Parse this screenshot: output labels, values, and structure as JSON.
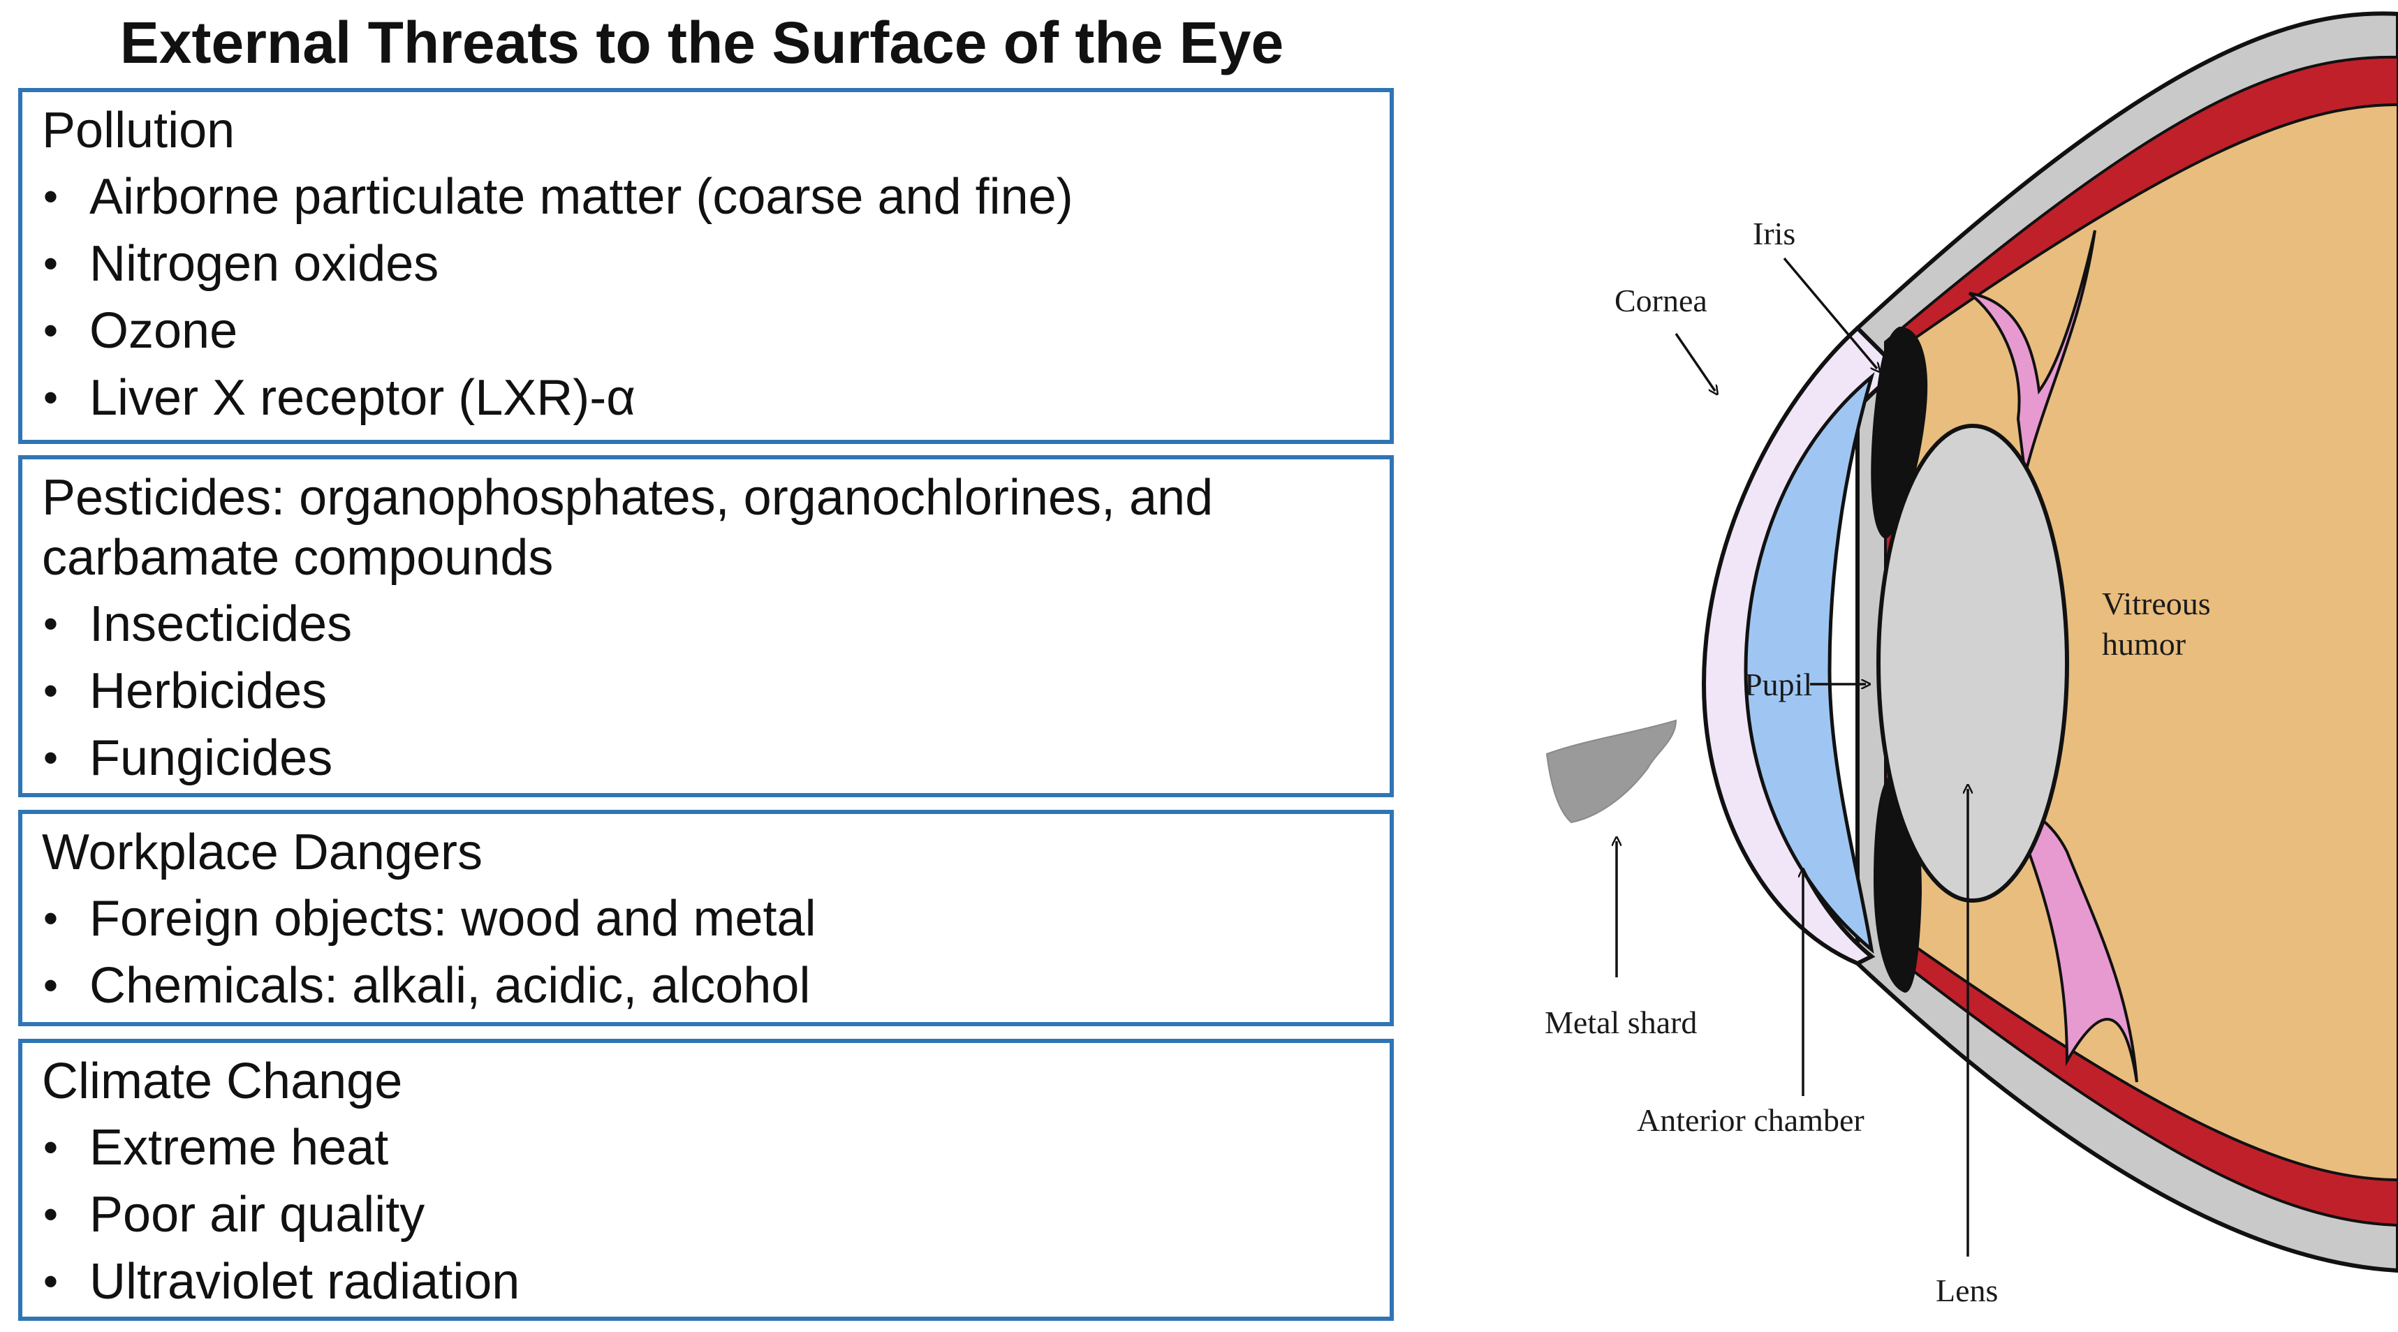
{
  "title": "External Threats to the Surface of the Eye",
  "colors": {
    "box_border": "#2f75b5",
    "sclera": "#c9c9c9",
    "choroid_red": "#c0202a",
    "vitreous": "#e8bd7e",
    "cornea": "#f1e6f8",
    "anterior_chamber": "#9fc6f2",
    "lens": "#d2d2d2",
    "ciliary_pink": "#e79ad0",
    "iris": "#111111",
    "metal_shard": "#9a9a9a"
  },
  "sections": [
    {
      "heading": "Pollution",
      "items": [
        "Airborne particulate matter (coarse and fine)",
        "Nitrogen oxides",
        "Ozone",
        "Liver X receptor (LXR)-α"
      ]
    },
    {
      "heading": "Pesticides: organophosphates, organochlorines, and carbamate compounds",
      "items": [
        "Insecticides",
        "Herbicides",
        "Fungicides"
      ]
    },
    {
      "heading": "Workplace Dangers",
      "items": [
        "Foreign objects: wood and metal",
        "Chemicals: alkali, acidic, alcohol"
      ]
    },
    {
      "heading": "Climate Change",
      "items": [
        "Extreme heat",
        "Poor air quality",
        "Ultraviolet radiation"
      ]
    }
  ],
  "diagram": {
    "labels": {
      "iris": "Iris",
      "cornea": "Cornea",
      "vitreous": "Vitreous humor",
      "vitreous_line1": "Vitreous",
      "vitreous_line2": "humor",
      "pupil": "Pupil",
      "metal_shard": "Metal shard",
      "anterior_chamber": "Anterior chamber",
      "lens": "Lens"
    }
  }
}
